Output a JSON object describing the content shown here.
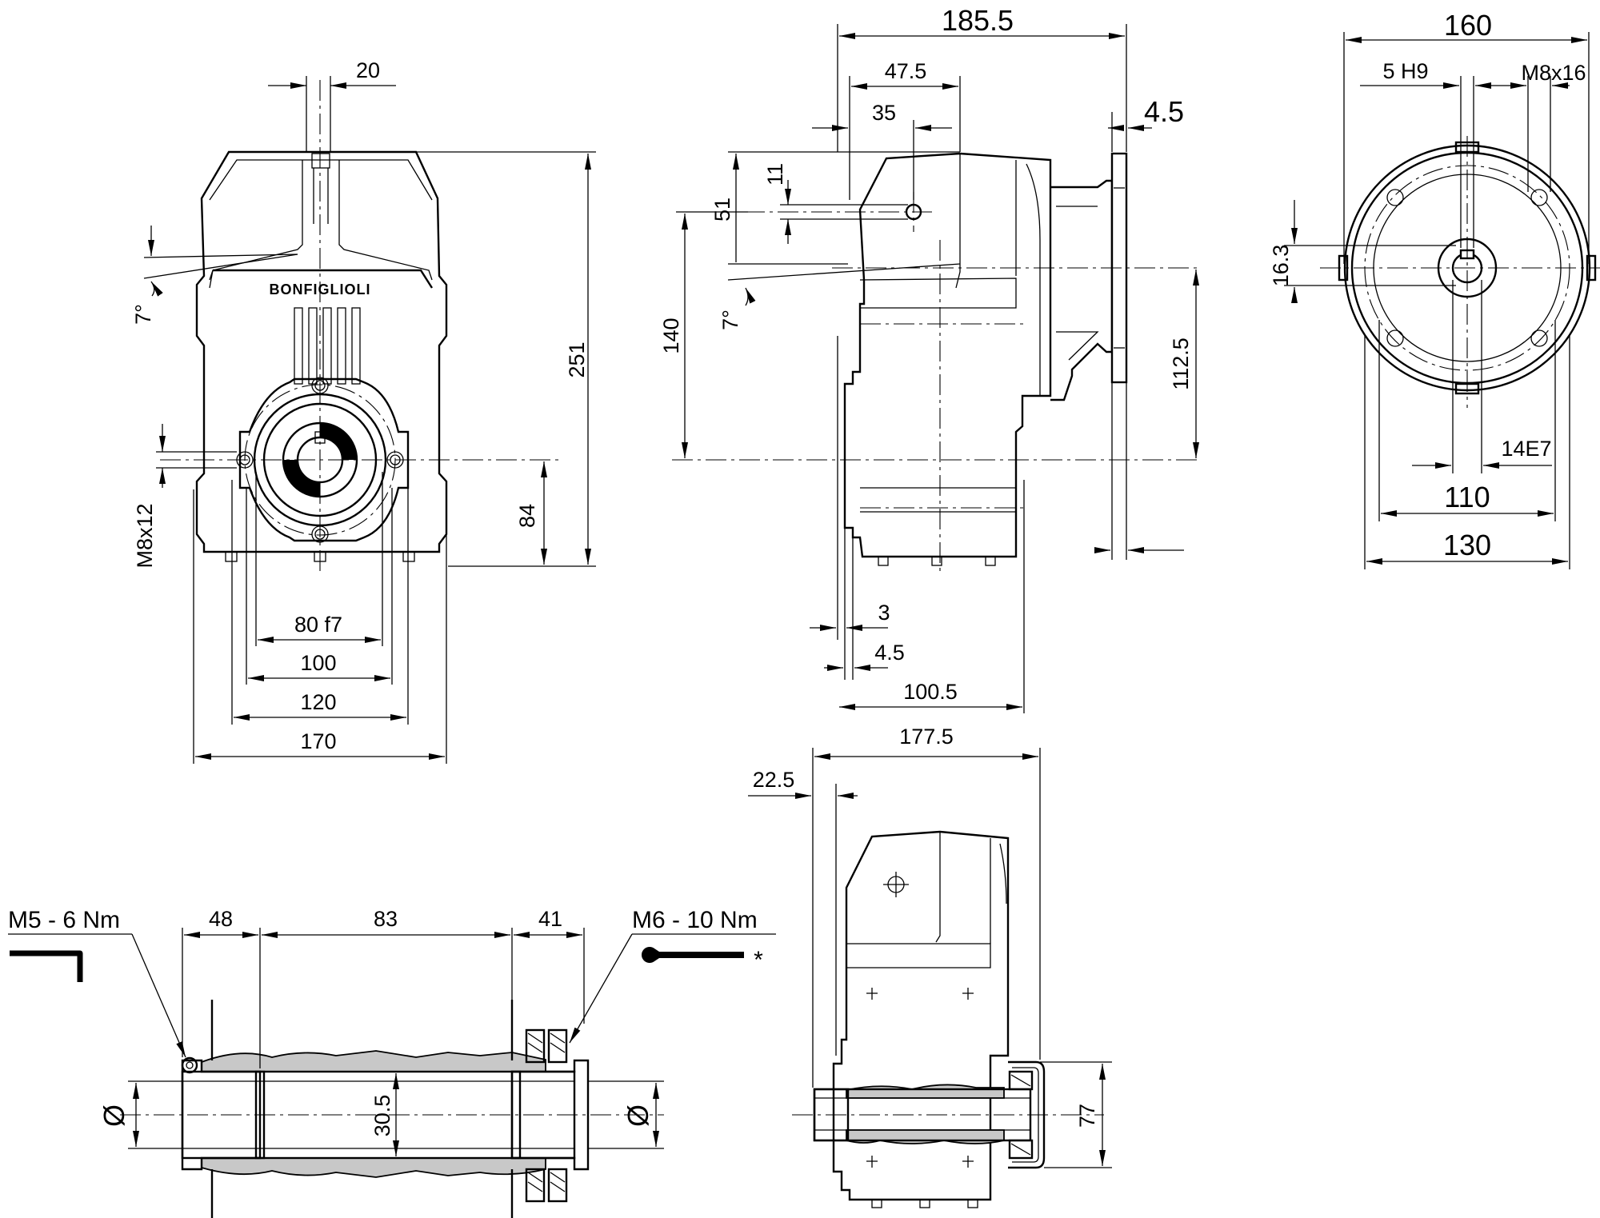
{
  "brand": "BONFIGLIOLI",
  "front_view": {
    "d20": "20",
    "d251": "251",
    "d7": "7°",
    "d84": "84",
    "m8x12": "M8x12",
    "d80f7": "80 f7",
    "d100": "100",
    "d120": "120",
    "d170": "170"
  },
  "side_view": {
    "d185_5": "185.5",
    "d47_5": "47.5",
    "d35": "35",
    "d4_5_top": "4.5",
    "d11": "11",
    "d51": "51",
    "d140": "140",
    "d7": "7°",
    "d112_5": "112.5",
    "d3": "3",
    "d4_5_bot": "4.5",
    "d100_5": "100.5"
  },
  "flange_view": {
    "d160": "160",
    "d5h9": "5 H9",
    "m8x16": "M8x16",
    "d16_3": "16.3",
    "d14e7": "14E7",
    "d110": "110",
    "d130": "130"
  },
  "shaft_section": {
    "m5_label": "M5 - 6 Nm",
    "m6_label": "M6 - 10 Nm",
    "asterisk": "*",
    "d48": "48",
    "d83": "83",
    "d41": "41",
    "d30_5": "30.5",
    "diam_left": "Ø",
    "diam_right": "Ø"
  },
  "bottom_side_view": {
    "d177_5": "177.5",
    "d22_5": "22.5",
    "d77": "77"
  },
  "icons": [
    "allen-key-icon",
    "wrench-icon"
  ]
}
